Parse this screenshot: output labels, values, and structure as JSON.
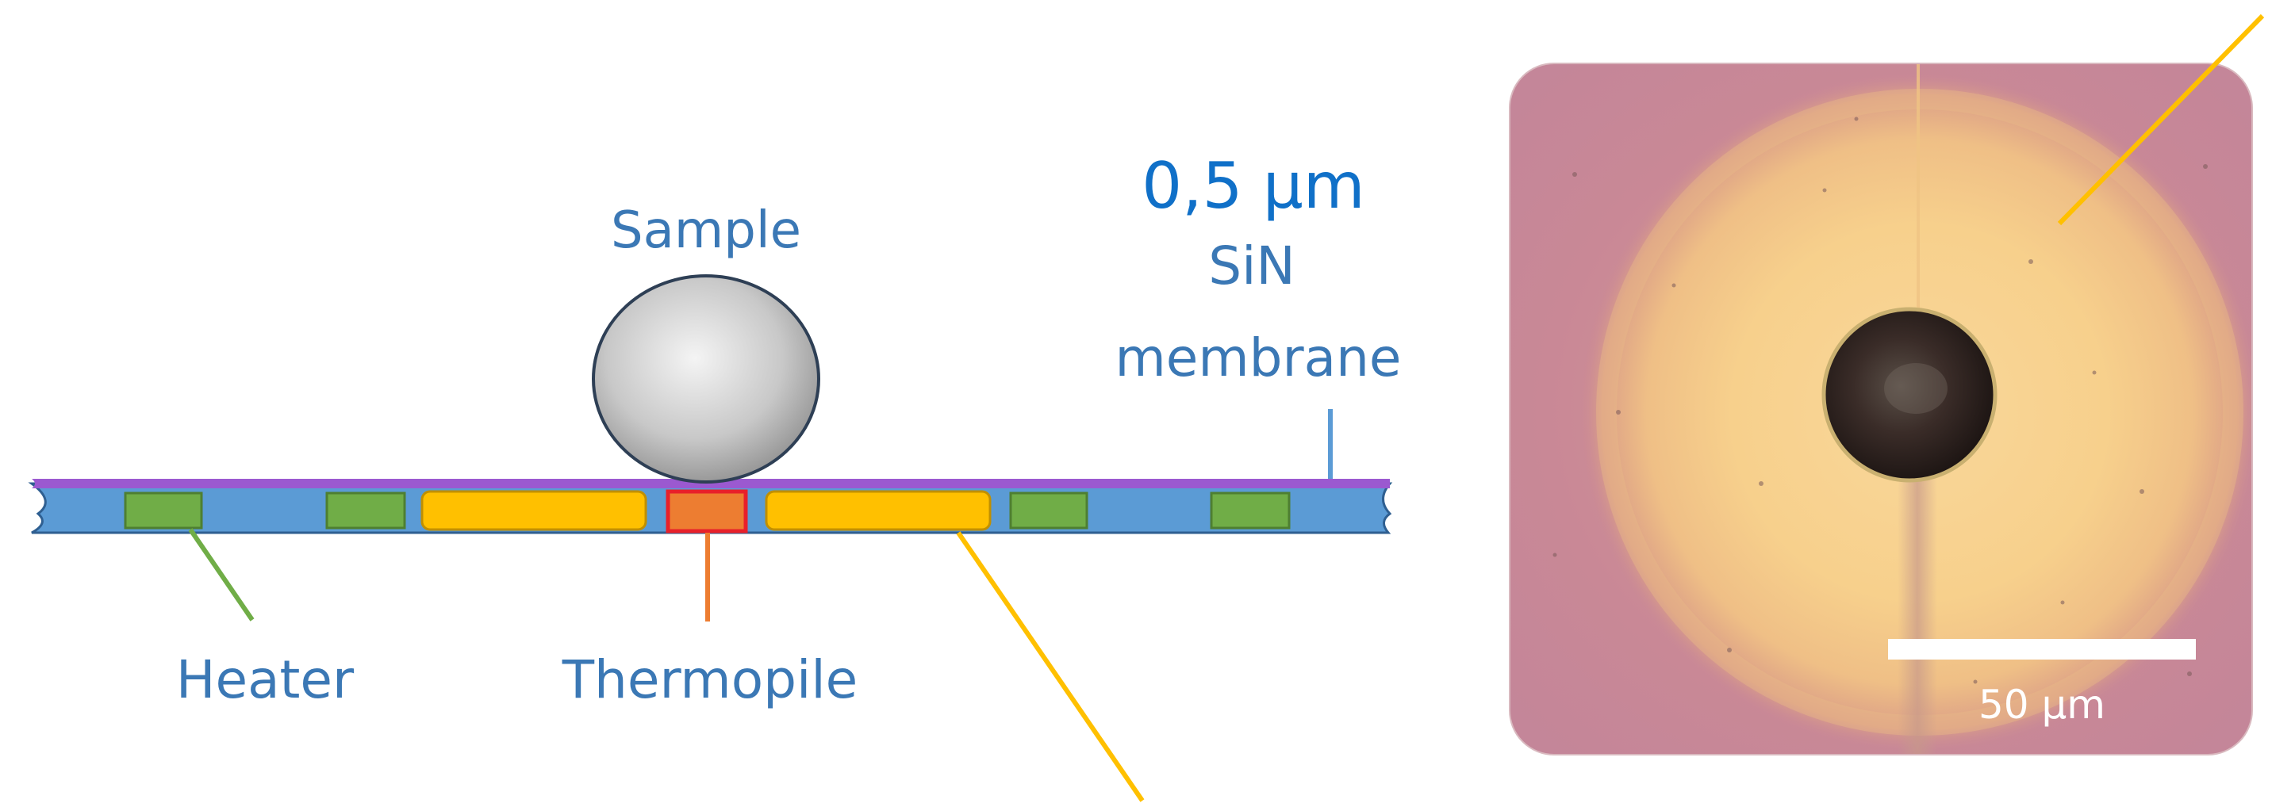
{
  "labels": {
    "sample": "Sample",
    "thickness": "0,5 µm",
    "membrane_line1": "SiN",
    "membrane_line2": "membrane",
    "heater": "Heater",
    "thermopile": "Thermopile",
    "scale_bar": "50 µm"
  },
  "colors": {
    "label_text": "#3b78b5",
    "thickness_text": "#1070c8",
    "membrane": "#5b9bd5",
    "membrane_top": "#9b59d0",
    "heater": "#70ad47",
    "heater_leader": "#70ad47",
    "thermopile": "#ed7d31",
    "thermopile_outline": "#e8202a",
    "gold_film": "#ffc000",
    "gold_leader": "#ffc000",
    "micrograph_background": "#c98896",
    "micrograph_ring": "#f6d08e",
    "sample_particle": "#2a2020"
  },
  "icons": {
    "sample_sphere": "grey-sphere-icon"
  }
}
